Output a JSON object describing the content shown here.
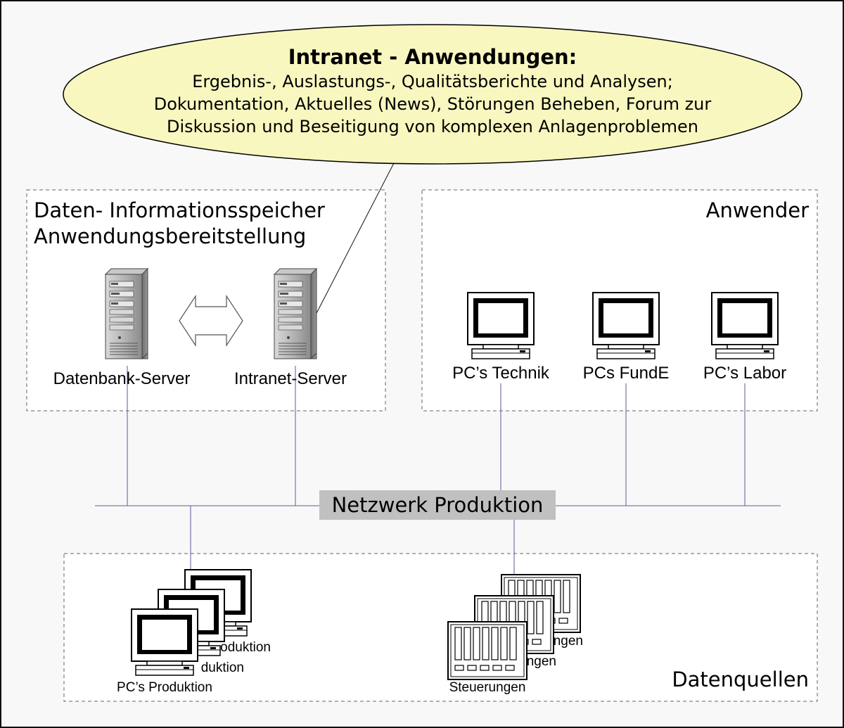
{
  "callout": {
    "title": "Intranet - Anwendungen:",
    "lines": [
      "Ergebnis-, Auslastungs-, Qualitätsberichte und Analysen;",
      "Dokumentation, Aktuelles (News), Störungen Beheben, Forum zur",
      "Diskussion und Beseitigung von komplexen Anlagenproblemen"
    ],
    "fill": "#f8f7bf"
  },
  "storage_group": {
    "title_line1": "Daten- Informationsspeicher",
    "title_line2": "Anwendungsbereitstellung",
    "servers": [
      {
        "label": "Datenbank-Server",
        "icon": "server-tower-icon"
      },
      {
        "label": "Intranet-Server",
        "icon": "server-tower-icon"
      }
    ],
    "link_icon": "double-arrow-icon"
  },
  "user_group": {
    "title": "Anwender",
    "pcs": [
      {
        "label": "PC’s Technik",
        "icon": "computer-monitor-icon"
      },
      {
        "label": "PCs FundE",
        "icon": "computer-monitor-icon"
      },
      {
        "label": "PC’s Labor",
        "icon": "computer-monitor-icon"
      }
    ]
  },
  "network": {
    "label": "Netzwerk Produktion",
    "label_bg": "#c0c0c0",
    "line_color": "#5a5a9a"
  },
  "sources_group": {
    "title": "Datenquellen",
    "production_pcs": {
      "labels": [
        "PC’s Produktion",
        "duktion",
        "oduktion"
      ],
      "icon": "computer-monitor-icon"
    },
    "controllers": {
      "labels": [
        "Steuerungen",
        "ngen",
        "ungen"
      ],
      "icon": "plc-controller-icon"
    }
  }
}
